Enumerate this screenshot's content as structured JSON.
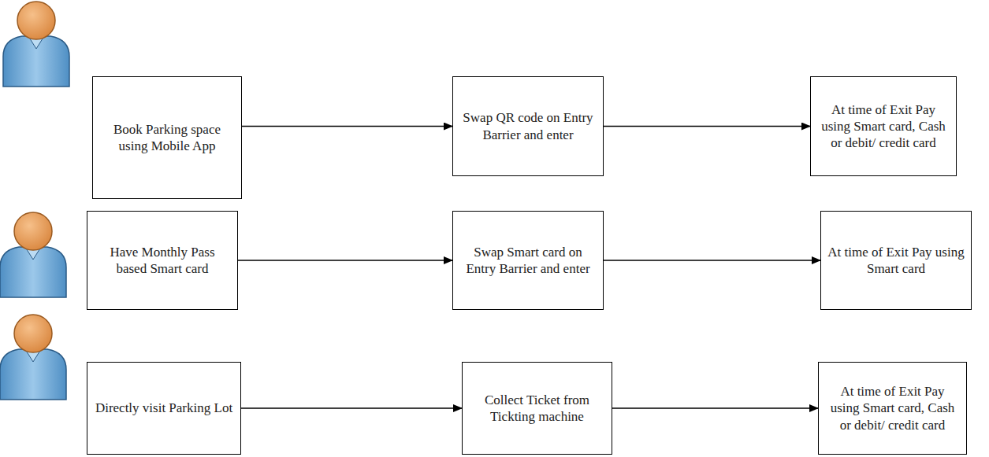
{
  "diagram": {
    "nodes": [
      {
        "text": [
          "Book Parking space using Mobile App"
        ]
      },
      {
        "text": [
          "Swap QR code on Entry Barrier and enter"
        ]
      },
      {
        "text": [
          "At time of Exit Pay using Smart card, Cash or debit/ credit card"
        ]
      },
      {
        "text": [
          "Have Monthly Pass based Smart card"
        ]
      },
      {
        "text": [
          "Swap Smart card on Entry Barrier and enter"
        ]
      },
      {
        "text": [
          "At time of Exit Pay using Smart card"
        ]
      },
      {
        "text": [
          "Directly visit Parking Lot"
        ]
      },
      {
        "text": [
          "Collect Ticket from Tickting machine"
        ]
      },
      {
        "text": [
          "At time of Exit Pay using Smart card, Cash or debit/ credit card"
        ]
      }
    ],
    "edges": [
      {
        "from": 0,
        "to": 1,
        "arrow": "to"
      },
      {
        "from": 1,
        "to": 2,
        "arrow": "to"
      },
      {
        "from": 3,
        "to": 4,
        "arrow": "to"
      },
      {
        "from": 4,
        "to": 5,
        "arrow": "to"
      },
      {
        "from": 6,
        "to": 7,
        "arrow": "to"
      },
      {
        "from": 7,
        "to": 8,
        "arrow": "to"
      }
    ]
  }
}
